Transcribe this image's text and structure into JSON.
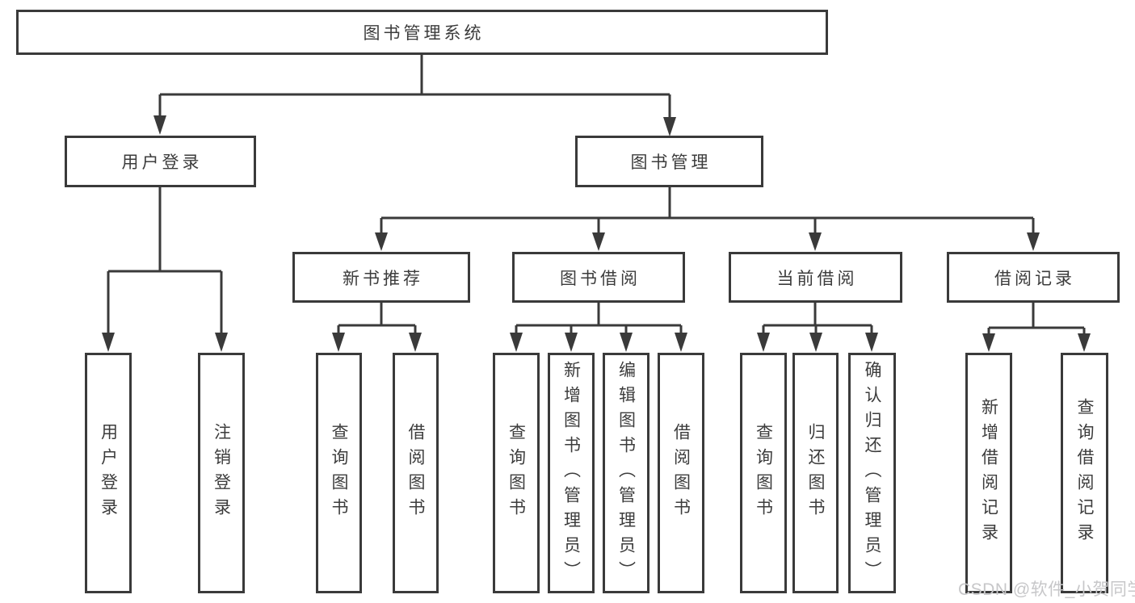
{
  "diagram_type": "hierarchy-tree",
  "tree": {
    "label": "图书管理系统",
    "children": [
      {
        "label": "用户登录",
        "children": [
          {
            "label": "用户登录"
          },
          {
            "label": "注销登录"
          }
        ]
      },
      {
        "label": "图书管理",
        "children": [
          {
            "label": "新书推荐",
            "children": [
              {
                "label": "查询图书"
              },
              {
                "label": "借阅图书"
              }
            ]
          },
          {
            "label": "图书借阅",
            "children": [
              {
                "label": "查询图书"
              },
              {
                "label": "新增图书（管理员）"
              },
              {
                "label": "编辑图书（管理员）"
              },
              {
                "label": "借阅图书"
              }
            ]
          },
          {
            "label": "当前借阅",
            "children": [
              {
                "label": "查询图书"
              },
              {
                "label": "归还图书"
              },
              {
                "label": "确认归还（管理员）"
              }
            ]
          },
          {
            "label": "借阅记录",
            "children": [
              {
                "label": "新增借阅记录"
              },
              {
                "label": "查询借阅记录"
              }
            ]
          }
        ]
      }
    ]
  },
  "watermark": {
    "text": "CSDN @软件_小贺同学"
  },
  "colors": {
    "line": "#3a3a3a",
    "text": "#3c3c3c",
    "box_background": "#ffffff",
    "watermark": "#c7c7c9",
    "background": "#ffffff"
  }
}
